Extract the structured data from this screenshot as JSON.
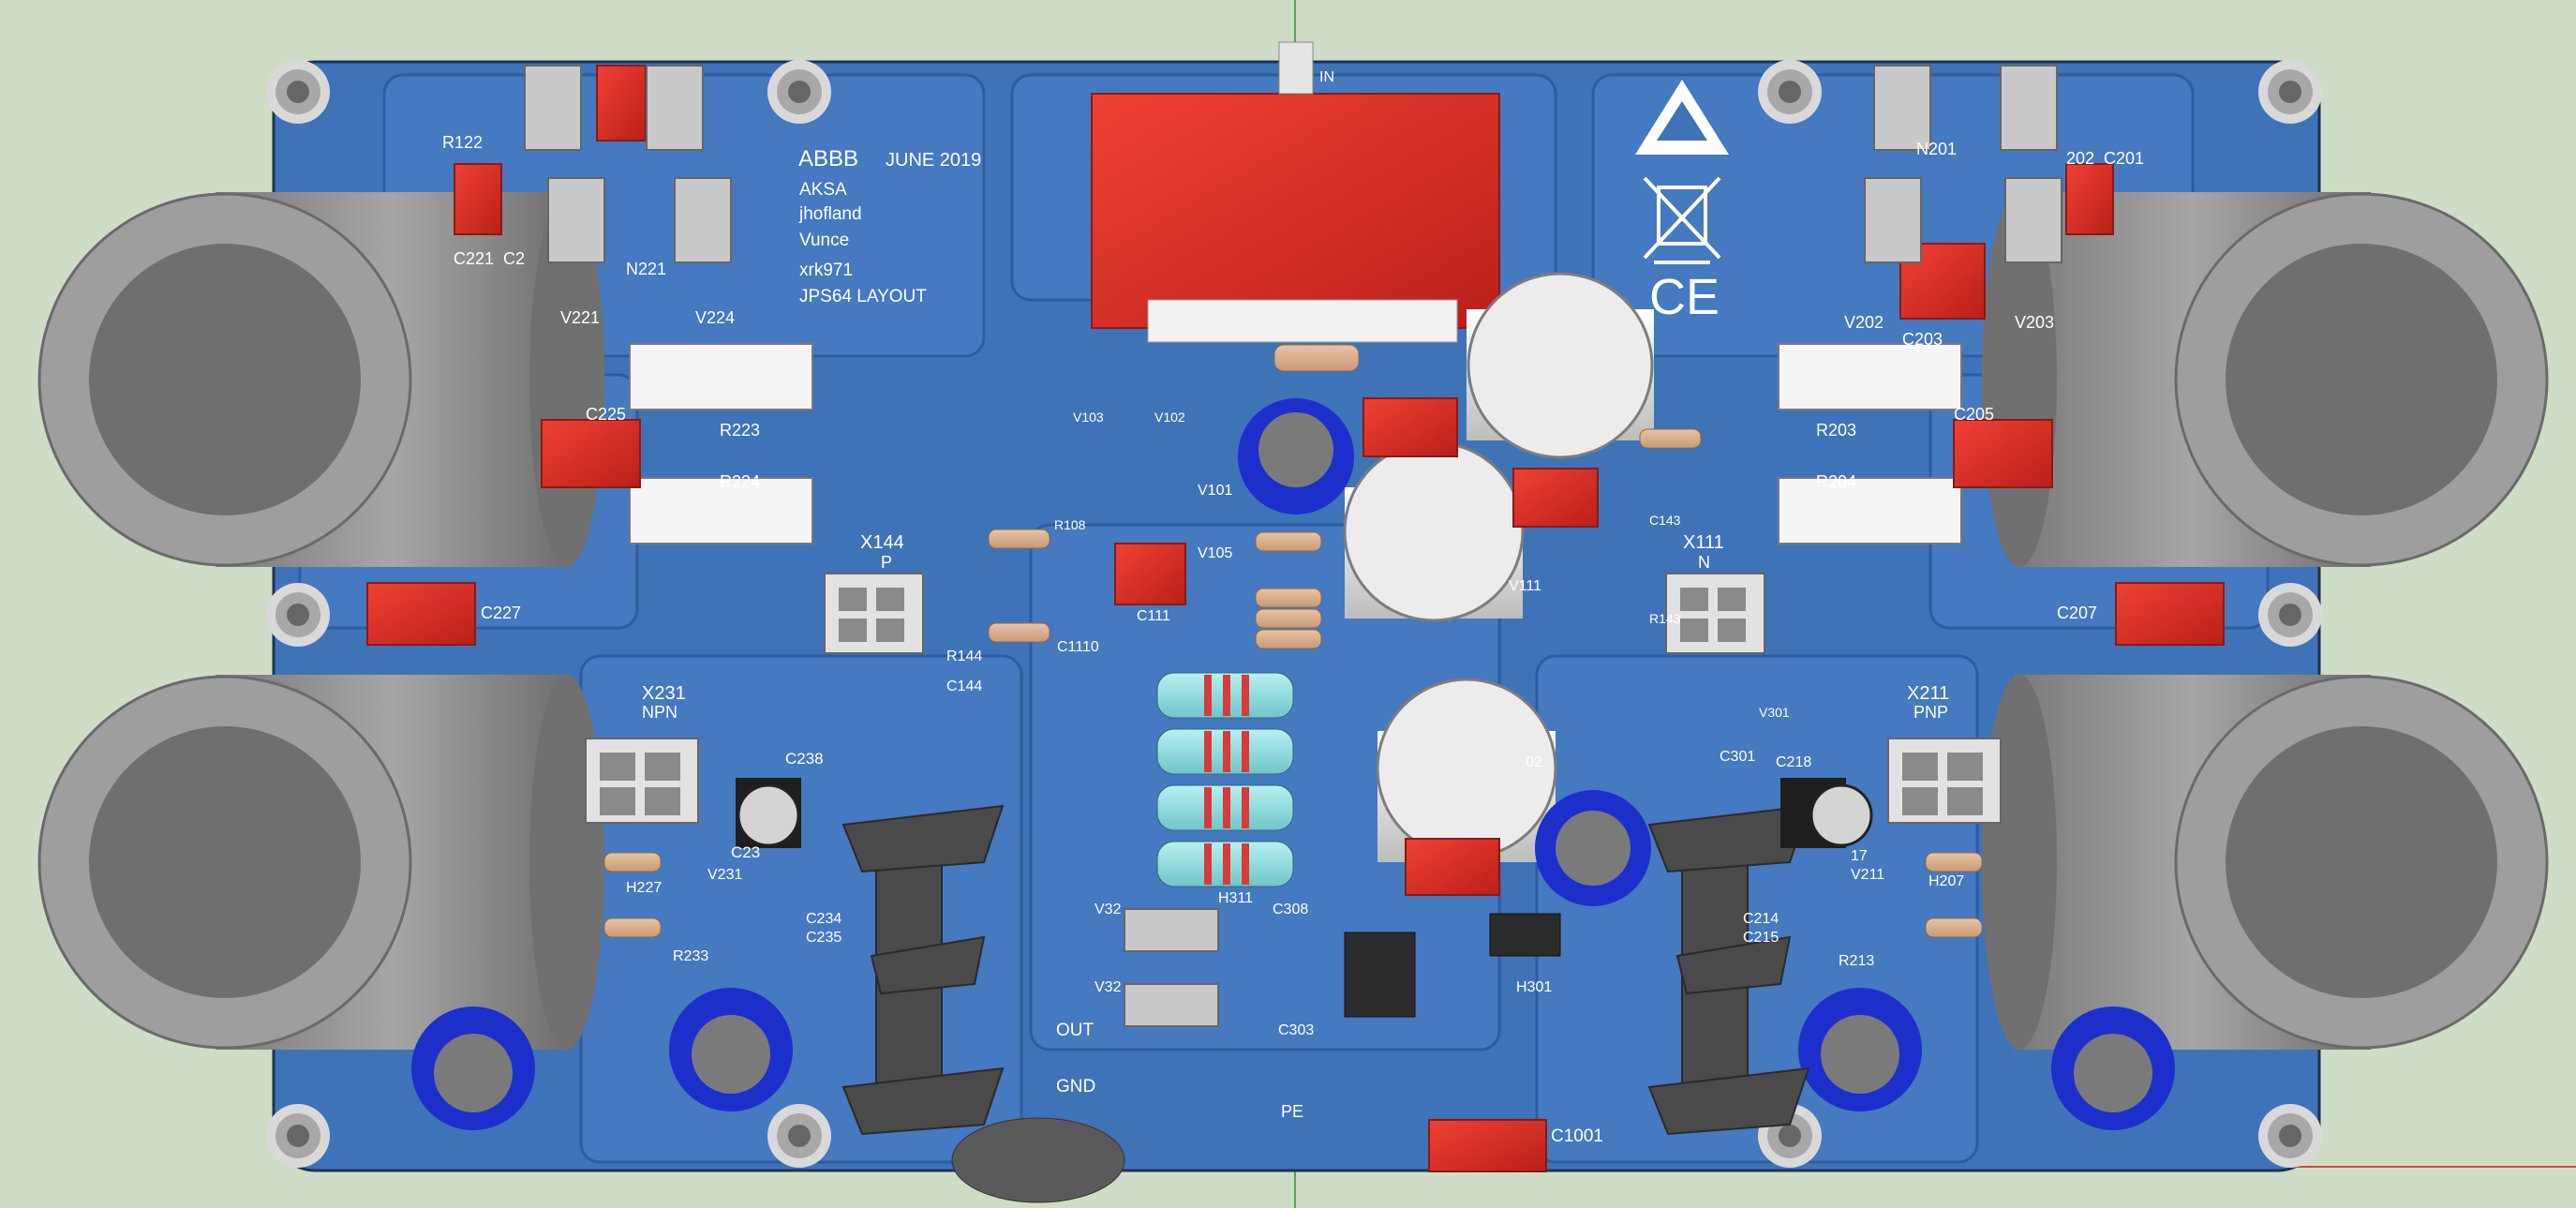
{
  "board_text": {
    "brand": "ABBB",
    "date": "JUNE 2019",
    "credits": [
      "AKSA",
      "jhofland",
      "Vunce",
      "xrk971",
      "JPS64 LAYOUT"
    ],
    "ce_mark": "CE"
  },
  "connectors": {
    "x144": {
      "ref": "X144",
      "label": "P"
    },
    "x111": {
      "ref": "X111",
      "label": "N"
    },
    "x231": {
      "ref": "X231",
      "label": "NPN"
    },
    "x211": {
      "ref": "X211",
      "label": "PNP"
    },
    "in": "IN",
    "out": "OUT",
    "gnd": "GND",
    "pe": "PE"
  },
  "refs": {
    "r122": "R122",
    "v221": "V221",
    "v224": "V224",
    "n221": "N221",
    "c221": "C221",
    "c2": "C2",
    "r223": "R223",
    "r224": "R224",
    "c225": "C225",
    "c227": "C227",
    "n201": "N201",
    "v202": "V202",
    "v203": "V203",
    "c203": "C203",
    "c202": "202",
    "c201": "C201",
    "r203": "R203",
    "r204": "R204",
    "c205": "C205",
    "c207": "C207",
    "v103": "V103",
    "v102": "V102",
    "r108": "R108",
    "v101": "V101",
    "v105": "V105",
    "c111": "C111",
    "c1110": "C1110",
    "r144": "R144",
    "c144": "C144",
    "c143": "C143",
    "r143": "R143",
    "v111": "V111",
    "c238": "C238",
    "c23": "C23",
    "h227": "H227",
    "v231": "V231",
    "c234": "C234",
    "c235": "C235",
    "r233": "R233",
    "v301": "V301",
    "c301": "C301",
    "c218": "C218",
    "c217": "17",
    "v211": "V211",
    "c214": "C214",
    "c215": "C215",
    "h207": "H207",
    "r213": "R213",
    "v32a": "V32",
    "v32b": "V32",
    "h311": "H311",
    "c308": "C308",
    "c303": "C303",
    "h301": "H301",
    "c202b": "02",
    "c1001": "C1001"
  },
  "colors": {
    "board": "#3f73b8",
    "copper": "#4a7fc4",
    "silk": "#ffffff",
    "capacitor_red": "#e03026",
    "electrolytic_blue": "#1d2fcb",
    "toroid_grey": "#8c8c8c"
  }
}
